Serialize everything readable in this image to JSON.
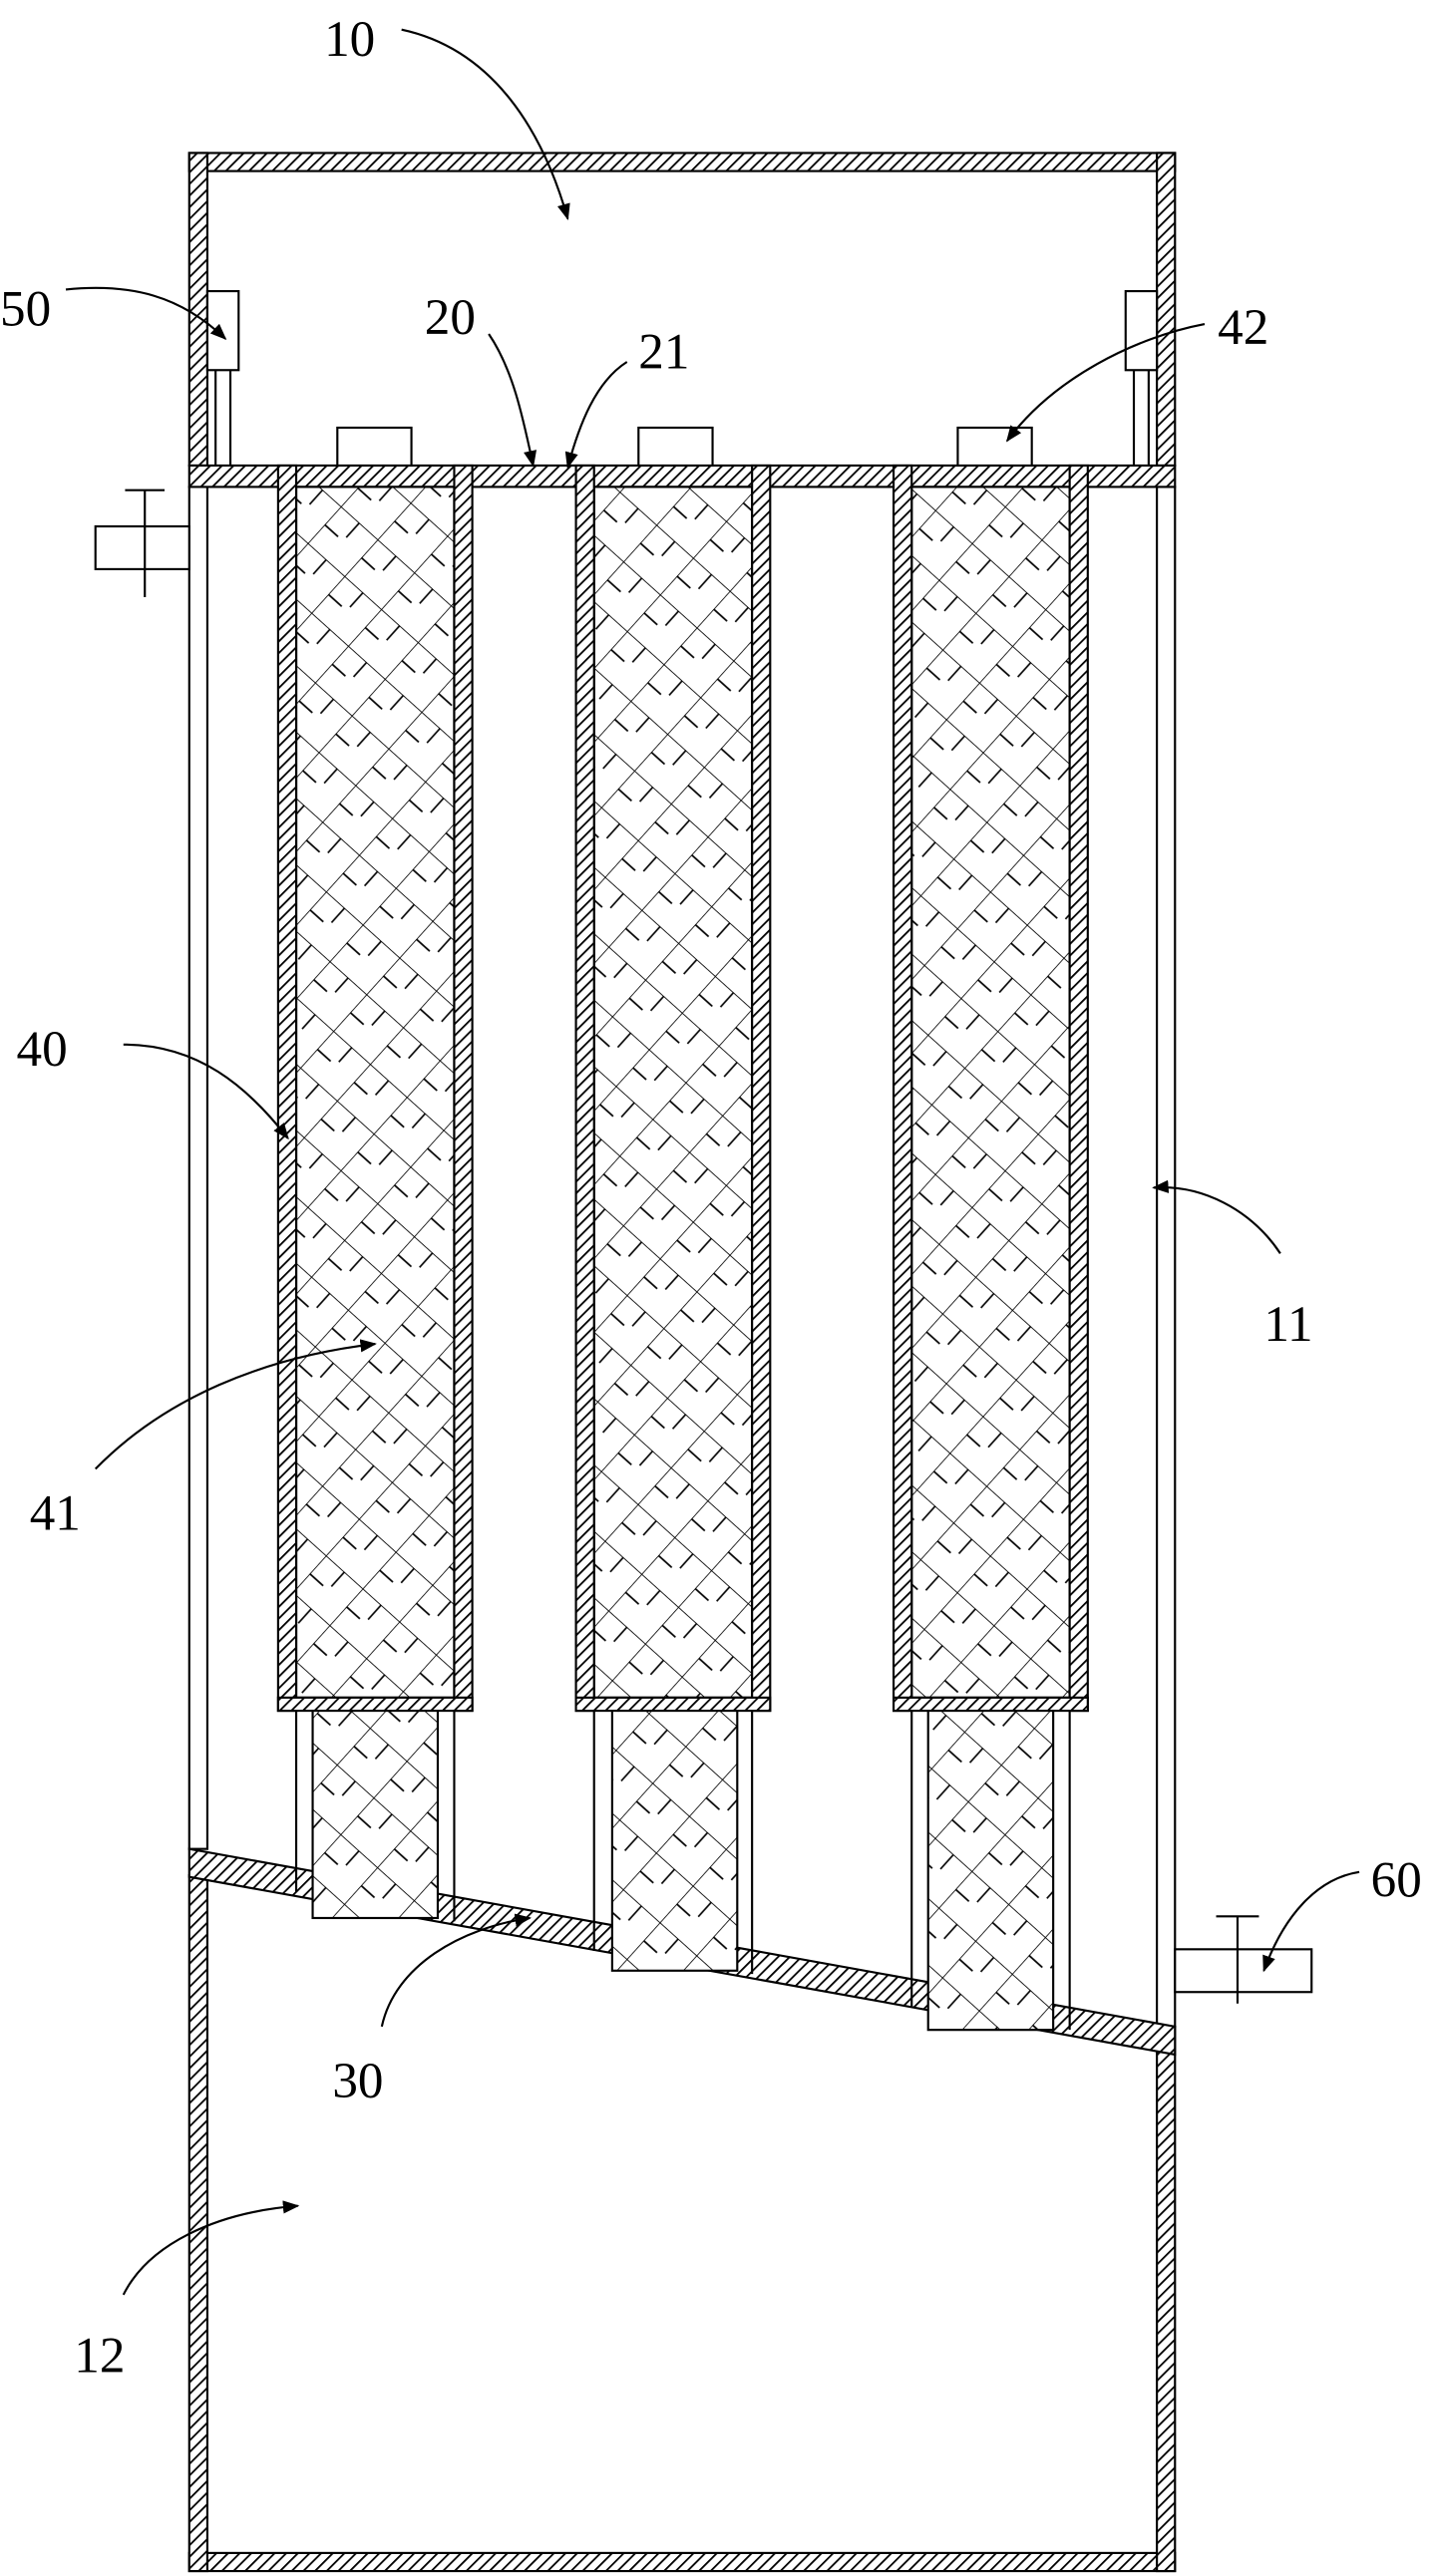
{
  "diagram": {
    "labels": {
      "l10": "10",
      "l11": "11",
      "l12": "12",
      "l20": "20",
      "l21": "21",
      "l30": "30",
      "l40": "40",
      "l41": "41",
      "l42": "42",
      "l50": "50",
      "l60": "60"
    },
    "filter_element_count": 3
  }
}
